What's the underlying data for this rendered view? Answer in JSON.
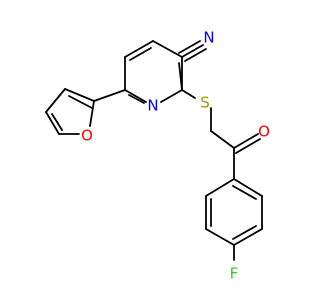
{
  "molecule": {
    "atoms": {
      "nitrile_N": "N",
      "pyridine_N": "N",
      "sulfur": "S",
      "furan_O": "O",
      "ketone_O": "O",
      "fluorine": "F"
    }
  },
  "colors": {
    "bond": "#000000",
    "nitrogen": "#0000ff",
    "oxygen": "#ff0000",
    "sulfur": "#9b9b00",
    "fluorine": "#33cc33"
  }
}
